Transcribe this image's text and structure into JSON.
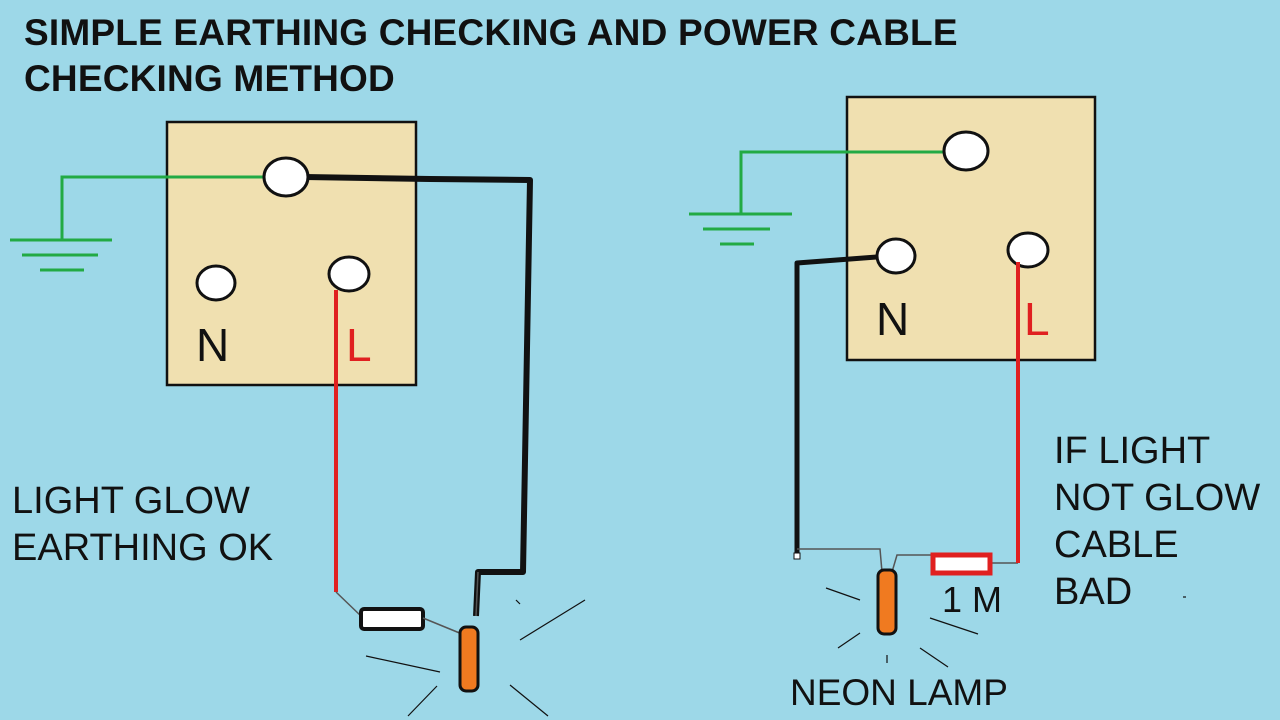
{
  "title": {
    "line1": "SIMPLE EARTHING CHECKING  AND POWER CABLE",
    "line2": "CHECKING METHOD"
  },
  "left_diagram": {
    "pin_n": "N",
    "pin_l": "L",
    "caption_line1": "LIGHT GLOW",
    "caption_line2": "EARTHING OK"
  },
  "right_diagram": {
    "pin_n": "N",
    "pin_l": "L",
    "resistor_label": "1 M",
    "lamp_label": "NEON LAMP",
    "caption_line1": "IF LIGHT",
    "caption_line2": "NOT GLOW",
    "caption_line3": "CABLE",
    "caption_line4": "BAD"
  },
  "colors": {
    "background": "#9dd8e8",
    "socket": "#f0e0b0",
    "earth_wire": "#22aa44",
    "live_wire": "#e02020",
    "neutral_wire": "#111111",
    "lamp": "#f07a20",
    "resistor_border": "#e02020",
    "live_label": "#e02020"
  }
}
